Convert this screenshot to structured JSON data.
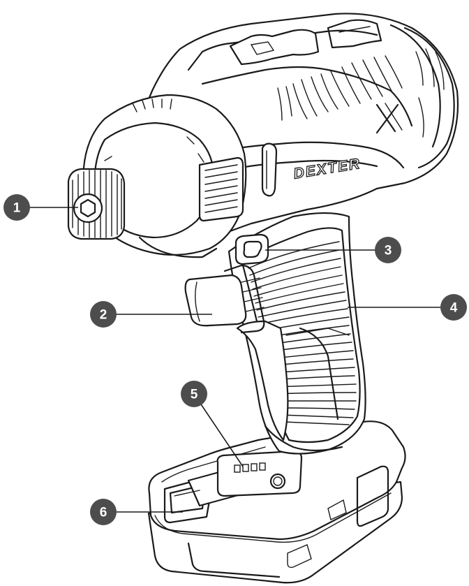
{
  "brand": {
    "text": "DEXTER"
  },
  "callouts": [
    {
      "id": "1",
      "label": "1"
    },
    {
      "id": "2",
      "label": "2"
    },
    {
      "id": "3",
      "label": "3"
    },
    {
      "id": "4",
      "label": "4"
    },
    {
      "id": "5",
      "label": "5"
    },
    {
      "id": "6",
      "label": "6"
    }
  ],
  "colors": {
    "line": "#1a1a1a",
    "callout_fill": "#4d4d4d",
    "callout_text": "#ffffff",
    "background": "#ffffff"
  }
}
